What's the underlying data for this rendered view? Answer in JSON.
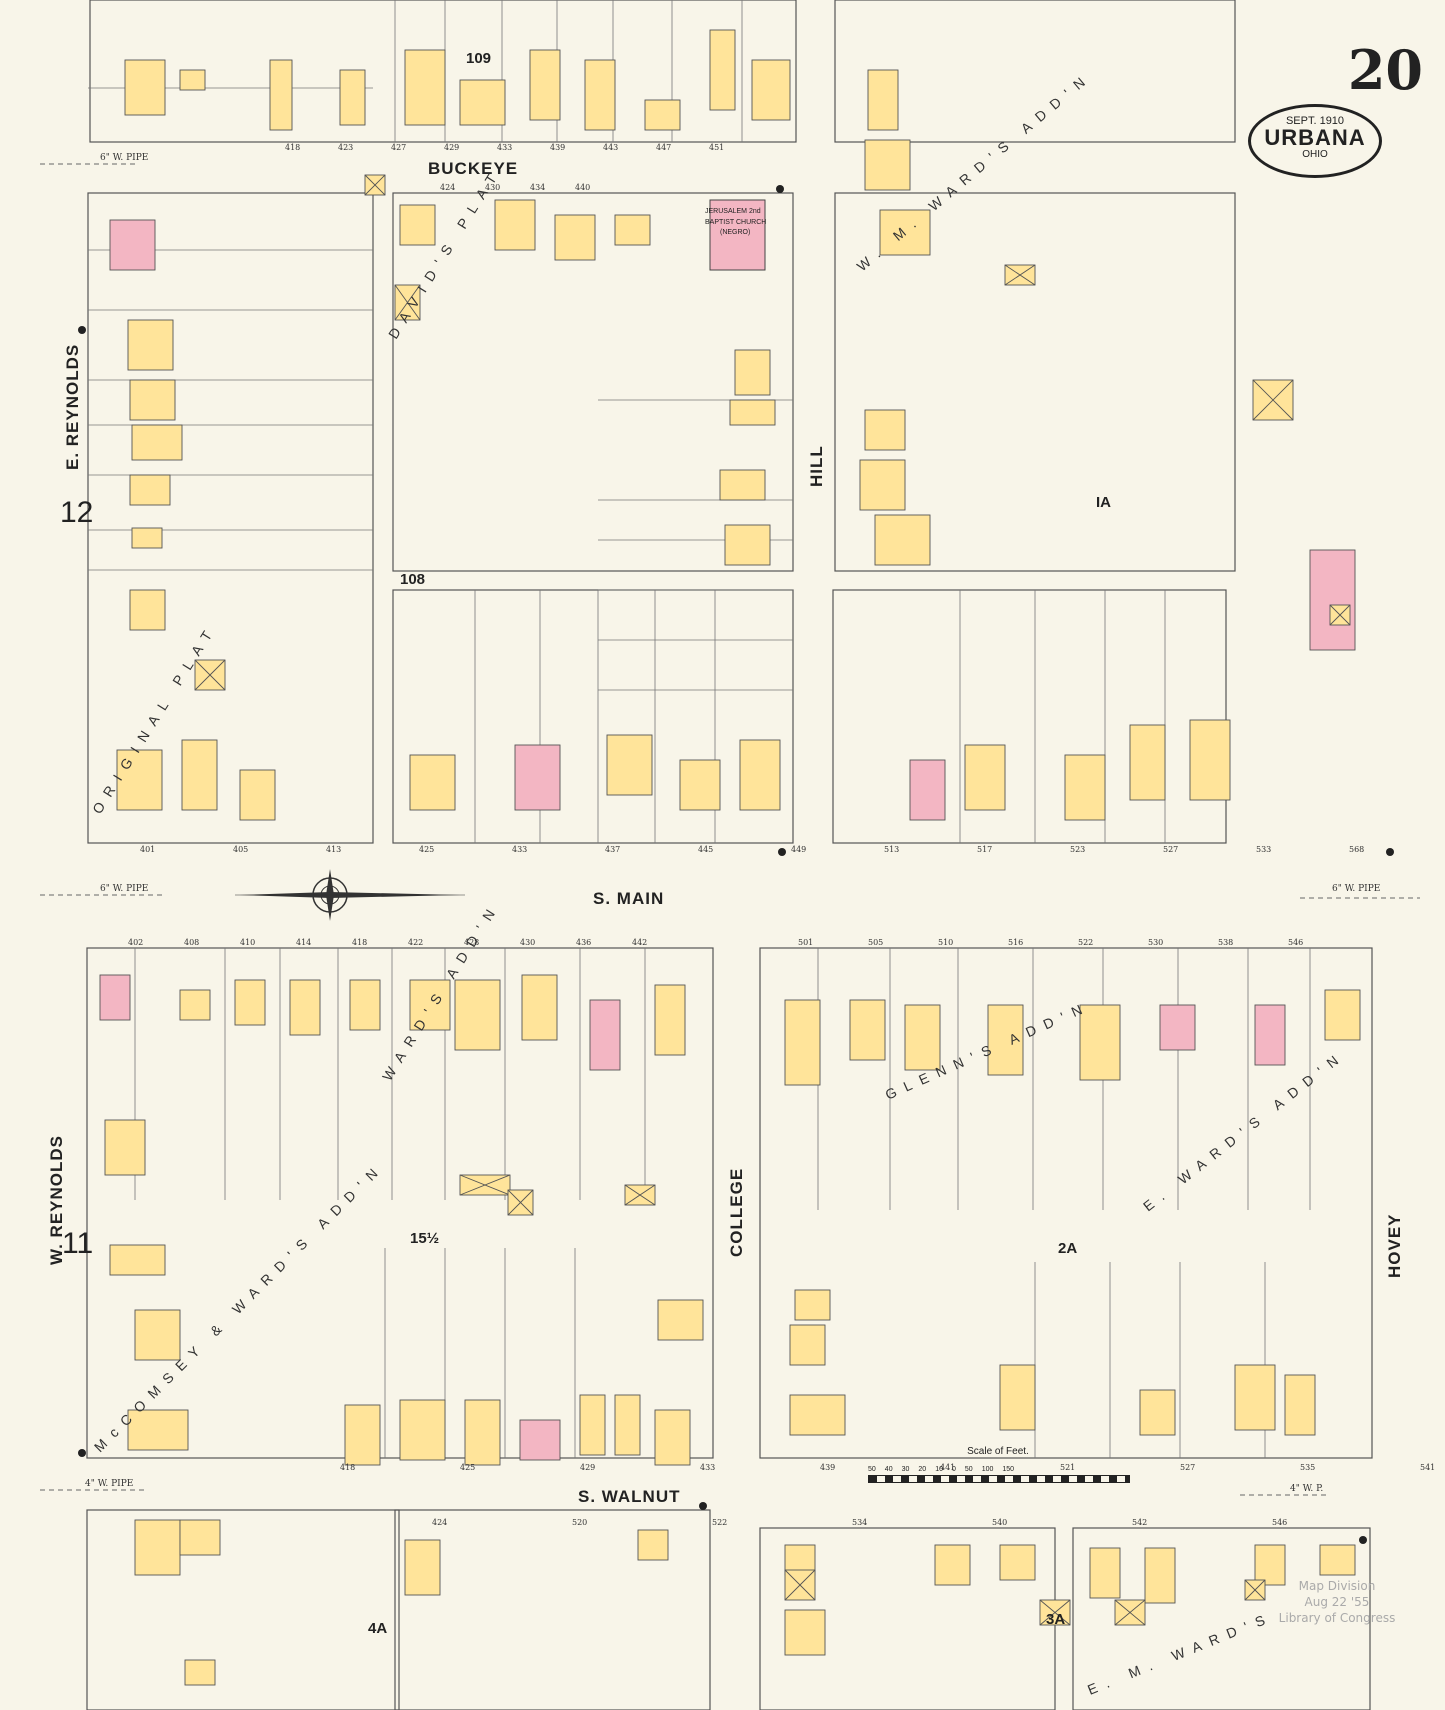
{
  "sheet": {
    "number": "20",
    "month_year": "SEPT. 1910",
    "city": "URBANA",
    "state": "OHIO"
  },
  "streets": {
    "buckeye": "BUCKEYE",
    "s_main": "S. MAIN",
    "s_walnut": "S. WALNUT",
    "e_reynolds": "E. REYNOLDS",
    "w_reynolds": "W. REYNOLDS",
    "hill": "HILL",
    "college": "COLLEGE",
    "hovey": "HOVEY"
  },
  "blocks": [
    "109",
    "108",
    "IA",
    "2A",
    "15½",
    "3A",
    "4A"
  ],
  "adjacent_sheets": [
    "12",
    "11"
  ],
  "church": {
    "line1": "JERUSALEM 2nd",
    "line2": "BAPTIST CHURCH",
    "line3": "(NEGRO)"
  },
  "plat_labels": [
    "DAVID'S PLAT",
    "ORIGINAL PLAT",
    "W. M. WARD'S ADD'N",
    "WARD'S ADD'N",
    "McCOMSEY & WARD'S ADD'N",
    "GLENN'S ADD'N",
    "E. WARD'S ADD'N",
    "E. M. WARD'S"
  ],
  "pipe_labels": [
    "6\" W. PIPE",
    "6\" W. PIPE",
    "6\" W. PIPE",
    "4\" W. PIPE",
    "4\" W. P."
  ],
  "scale": {
    "title": "Scale of Feet.",
    "ticks": [
      "50",
      "40",
      "30",
      "20",
      "10",
      "0",
      "50",
      "100",
      "150"
    ]
  },
  "stamp": [
    "Map Division",
    "Aug 22 '55",
    "Library of Congress"
  ],
  "addresses": {
    "buckeye_north": [
      "418",
      "423",
      "427",
      "429",
      "433",
      "439",
      "443",
      "447",
      "451"
    ],
    "buckeye_south": [
      "424",
      "430",
      "434",
      "440"
    ],
    "main_north": [
      "401",
      "405",
      "413",
      "425",
      "433",
      "437",
      "445",
      "449",
      "513",
      "517",
      "523",
      "527",
      "533",
      "568"
    ],
    "main_south_west": [
      "402",
      "408",
      "410",
      "414",
      "418",
      "422",
      "428",
      "430",
      "436",
      "442"
    ],
    "main_south_east": [
      "501",
      "505",
      "510",
      "516",
      "522",
      "530",
      "538",
      "546"
    ],
    "walnut_north": [
      "418",
      "425",
      "429",
      "433",
      "439",
      "441",
      "521",
      "527",
      "535",
      "541"
    ],
    "walnut_south": [
      "424",
      "520",
      "522",
      "534",
      "540",
      "542",
      "546"
    ]
  },
  "colors": {
    "paper": "#f8f5e9",
    "frame": "#ffe49a",
    "brick": "#f3b6c3",
    "ink": "#222222"
  }
}
